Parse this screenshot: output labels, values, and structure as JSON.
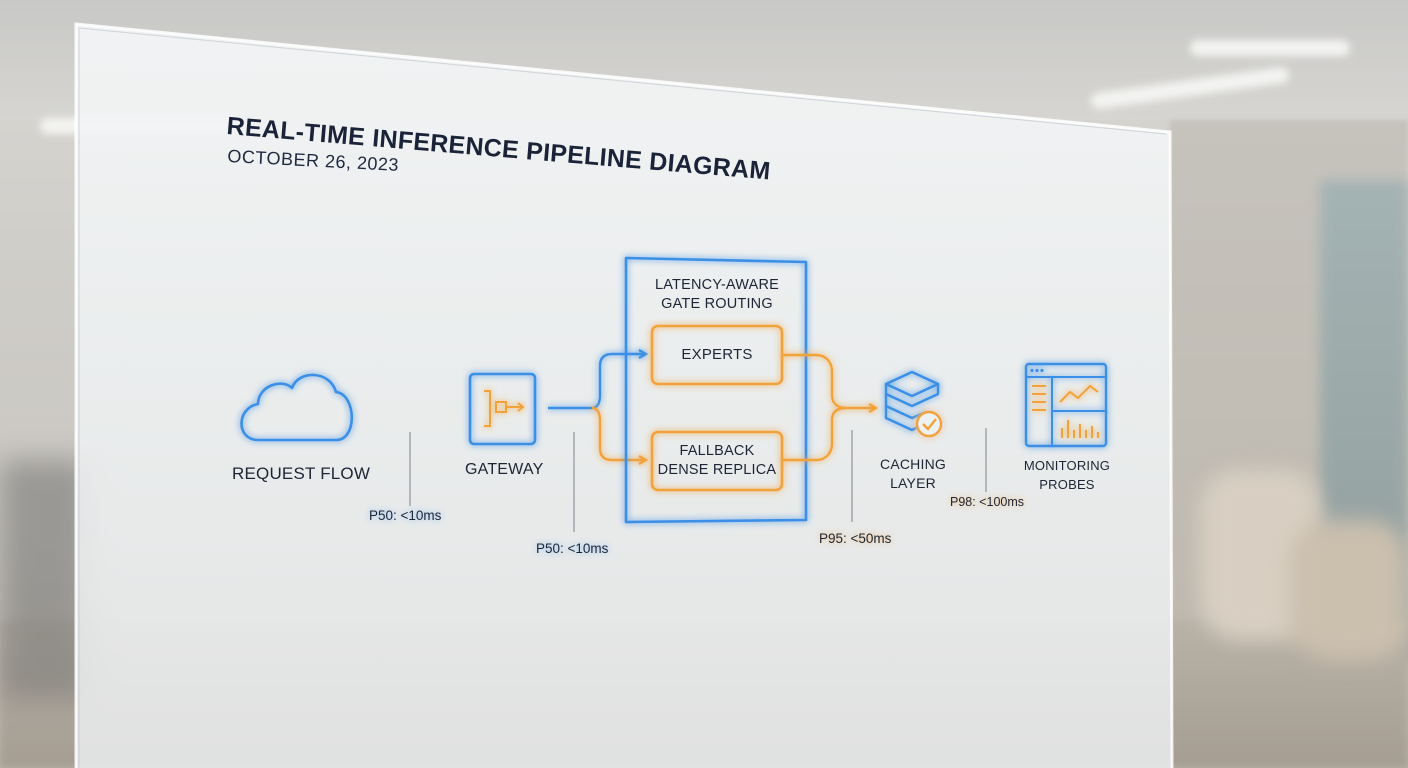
{
  "header": {
    "title": "REAL-TIME INFERENCE PIPELINE DIAGRAM",
    "date": "OCTOBER 26, 2023"
  },
  "nodes": {
    "request_flow": "REQUEST FLOW",
    "gateway": "GATEWAY",
    "routing_line1": "LATENCY-AWARE",
    "routing_line2": "GATE ROUTING",
    "experts": "EXPERTS",
    "fallback_line1": "FALLBACK",
    "fallback_line2": "DENSE REPLICA",
    "caching_line1": "CACHING",
    "caching_line2": "LAYER",
    "monitoring_line1": "MONITORING",
    "monitoring_line2": "PROBES"
  },
  "metrics": {
    "request_to_gateway": "P50: <10ms",
    "gateway_to_routing": "P50: <10ms",
    "routing_to_cache": "P95: <50ms",
    "cache_to_monitoring": "P98: <100ms"
  },
  "colors": {
    "blue": "#3b8fe6",
    "orange": "#f2a23a",
    "text": "#1d2536"
  },
  "icons": [
    "cloud-icon",
    "gateway-icon",
    "database-check-icon",
    "dashboard-icon"
  ]
}
